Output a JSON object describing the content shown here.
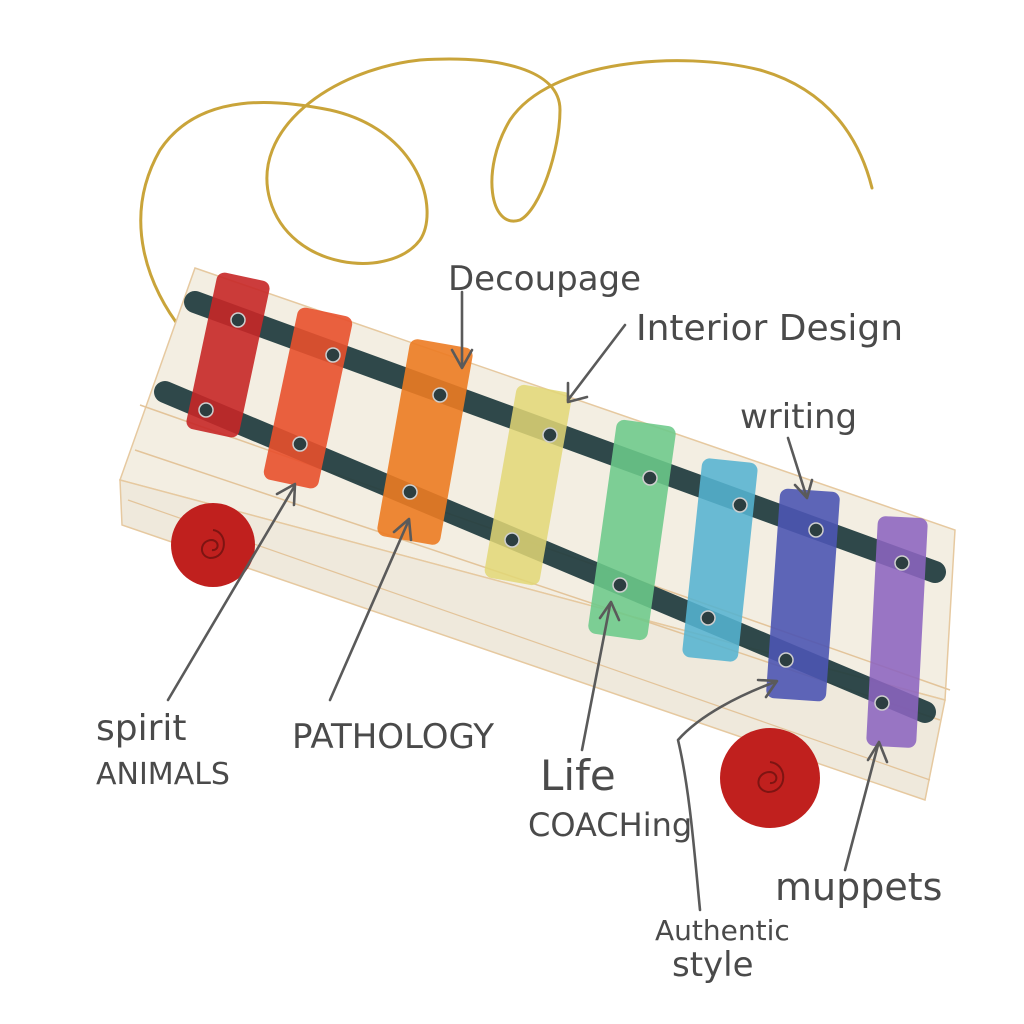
{
  "labels": {
    "decoupage": "Decoupage",
    "interior_design": "Interior Design",
    "writing": "writing",
    "spirit_animals_line1": "spirit",
    "spirit_animals_line2": "ANIMALS",
    "pathology": "PATHOLOGY",
    "life_coaching_line1": "Life",
    "life_coaching_line2": "COACHing",
    "authentic_style_line1": "Authentic",
    "authentic_style_line2": "style",
    "muppets": "muppets"
  },
  "colors": {
    "string": "#c9a43a",
    "frame": "#f3eee2",
    "rail": "#1f3b3e",
    "wheel": "#c0201e",
    "bar_red": "#c72727",
    "bar_redorange": "#e8502c",
    "bar_orange": "#ec7b22",
    "bar_yellow": "#e2d776",
    "bar_green": "#6cc98a",
    "bar_teal": "#55b3d0",
    "bar_blue": "#4d55b3",
    "bar_purple": "#8c64bf",
    "ink": "#4a4a4a"
  }
}
